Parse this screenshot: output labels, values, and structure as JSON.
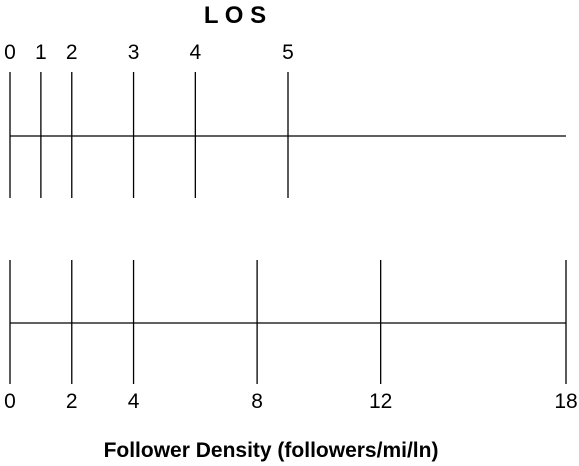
{
  "diagram": {
    "title": "L O S",
    "xlabel": "Follower Density (followers/mi/ln)",
    "top_scale": {
      "name": "LOS",
      "ticks": [
        "0",
        "1",
        "2",
        "3",
        "4",
        "5"
      ],
      "positions": [
        0,
        1,
        2,
        4,
        6,
        9
      ]
    },
    "bottom_scale": {
      "name": "Follower Density",
      "ticks": [
        "0",
        "2",
        "4",
        "8",
        "12",
        "18"
      ],
      "positions": [
        0,
        2,
        4,
        8,
        12,
        18
      ]
    },
    "range": [
      0,
      18
    ],
    "line_color": "#000000"
  }
}
